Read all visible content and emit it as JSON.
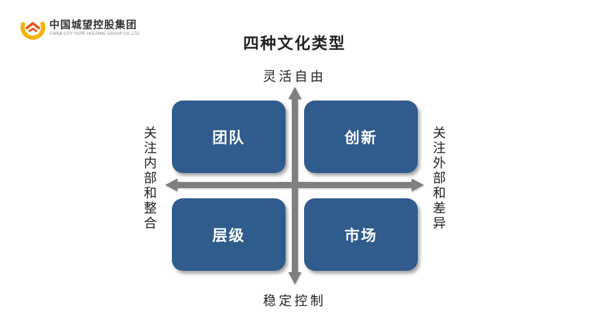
{
  "logo": {
    "name_cn": "中国城望控股集团",
    "name_en": "CHINA CITY HOPE HOLDING GROUP CO.,LTD",
    "colors": [
      "#f5b400",
      "#e65a1e"
    ]
  },
  "title": "四种文化类型",
  "axes": {
    "top": "灵活自由",
    "bottom": "稳定控制",
    "left": "关注内部和整合",
    "right": "关注外部和差异",
    "color": "#7f7f7f"
  },
  "quadrants": {
    "top_left": "团队",
    "top_right": "创新",
    "bottom_left": "层级",
    "bottom_right": "市场",
    "fill_color": "#2f5b8d"
  }
}
